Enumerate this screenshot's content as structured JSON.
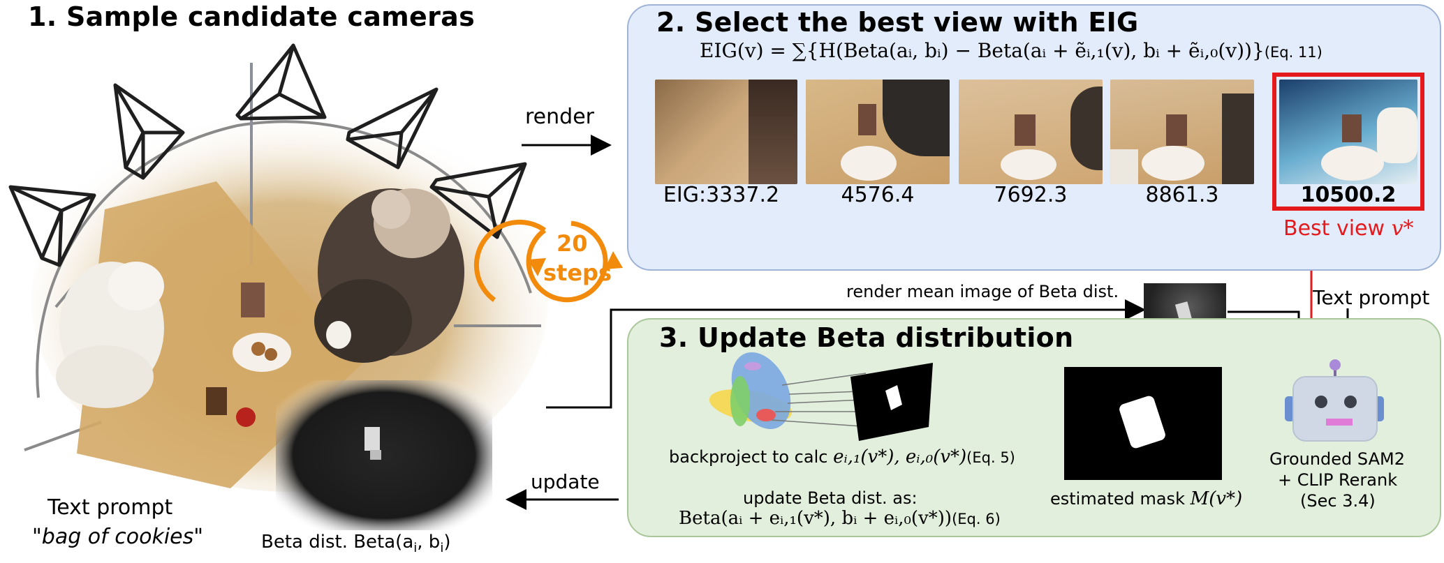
{
  "step1": {
    "title": "1. Sample candidate cameras",
    "text_prompt_label": "Text prompt",
    "text_prompt_value": "\"bag of cookies\"",
    "beta_label": "Beta dist. Beta(a",
    "beta_sub_i": "i",
    "beta_mid": ", b",
    "beta_end": ")"
  },
  "render_label": "render",
  "update_label": "update",
  "loop_badge": {
    "count": "20",
    "unit": "steps",
    "color": "#f28a0c"
  },
  "step2": {
    "title": "2. Select the best view with EIG",
    "equation": "EIG(v) = ∑{H(Beta(aᵢ, bᵢ) − Beta(aᵢ + ẽᵢ,₁(v), bᵢ + ẽᵢ,₀(v))}",
    "equation_ref": "(Eq. 11)",
    "eig_prefix": "EIG:",
    "eig_values": [
      "3337.2",
      "4576.4",
      "7692.3",
      "8861.3",
      "10500.2"
    ],
    "best_view_label": "Best view ",
    "best_view_symbol": "v*",
    "highlight_color": "#e41a1c"
  },
  "render_mean_label": "render mean image of Beta dist.",
  "text_prompt_label_right": "Text prompt",
  "step3": {
    "title": "3. Update Beta distribution",
    "backproject_label": "backproject to calc ",
    "backproject_math": "eᵢ,₁(v*), eᵢ,₀(v*)",
    "backproject_ref": "(Eq. 5)",
    "update_label": "update Beta dist. as:",
    "update_math": "Beta(aᵢ + eᵢ,₁(v*), bᵢ + eᵢ,₀(v*))",
    "update_ref": "(Eq. 6)",
    "mask_label": "estimated mask ",
    "mask_math": "M(v*)",
    "model_line1": "Grounded SAM2",
    "model_line2": "+ CLIP Rerank",
    "model_line3": "(Sec 3.4)"
  },
  "icons": [
    "camera-frustum-icon",
    "robot-icon",
    "gaussian-ellipses-icon",
    "loop-arrow-icon"
  ]
}
